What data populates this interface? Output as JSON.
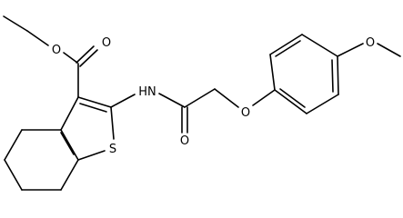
{
  "molecule": {
    "atoms": {
      "ester_ether_o": "O",
      "ester_carbonyl_o": "O",
      "nh": "HN",
      "amide_o": "O",
      "ether_o": "O",
      "ring_s": "S",
      "methoxy_o": "O"
    },
    "colors": {
      "bond": "#000000",
      "label": "#000000",
      "background": "#ffffff"
    }
  }
}
